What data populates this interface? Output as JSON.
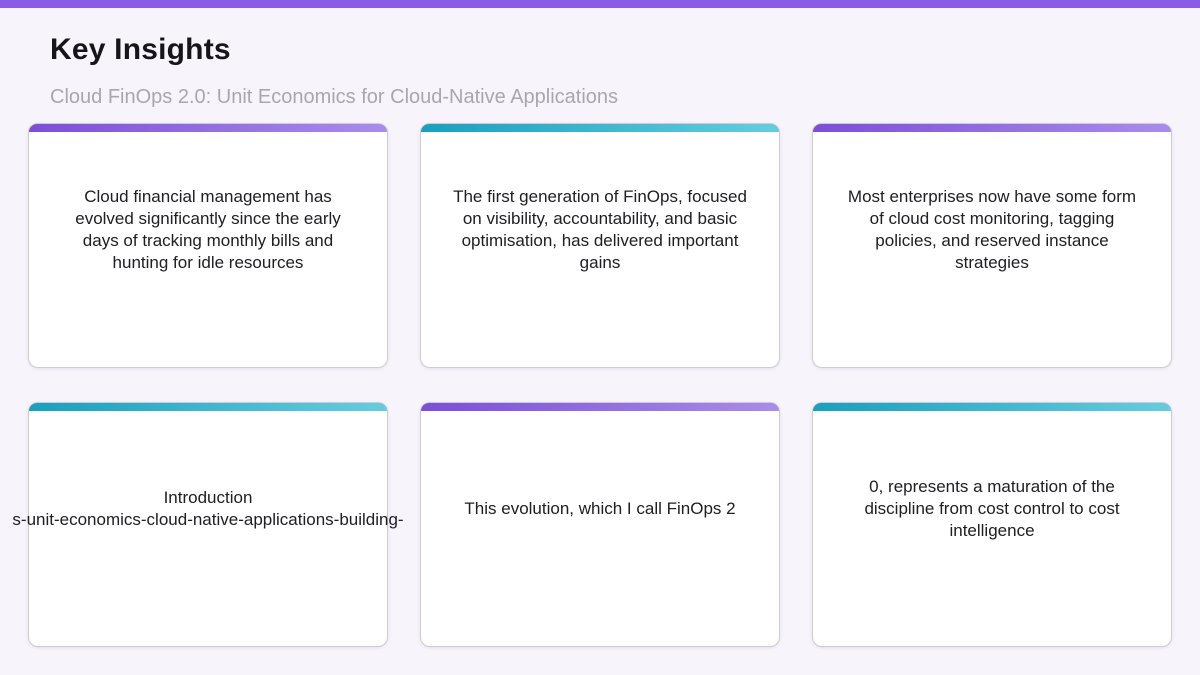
{
  "page": {
    "title": "Key Insights",
    "subtitle": "Cloud FinOps 2.0: Unit Economics for Cloud-Native Applications"
  },
  "colors": {
    "background": "#F8F4FC",
    "top_bar": "#8A5CE5",
    "accent_purple_start": "#7C4ED9",
    "accent_purple_end": "#A88DE8",
    "accent_teal_start": "#19A0BC",
    "accent_teal_end": "#66CCDF",
    "title_text": "#161618",
    "subtitle_text": "#A8A7AF",
    "card_text": "#202024"
  },
  "cards": [
    {
      "accent": "purple",
      "text": "Cloud financial management has evolved significantly since the early days of tracking monthly bills and hunting for idle resources"
    },
    {
      "accent": "teal",
      "text": "The first generation of FinOps, focused on visibility, accountability, and basic optimisation, has delivered important gains"
    },
    {
      "accent": "purple",
      "text": "Most enterprises now have some form of cloud cost monitoring, tagging policies, and reserved instance strategies"
    },
    {
      "accent": "teal",
      "text": "Introduction",
      "overflow_text": "s-unit-economics-cloud-native-applications-building-"
    },
    {
      "accent": "purple",
      "text": "This evolution, which I call FinOps 2"
    },
    {
      "accent": "teal",
      "text": "0, represents a maturation of the discipline from cost control to cost intelligence"
    }
  ]
}
